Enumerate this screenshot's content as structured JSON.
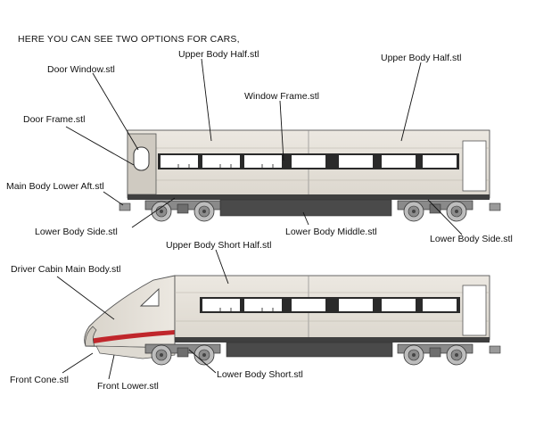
{
  "heading": "HERE YOU CAN SEE TWO OPTIONS FOR CARS,",
  "labels": {
    "door_window": "Door Window.stl",
    "upper_body_half_1": "Upper Body Half.stl",
    "upper_body_half_2": "Upper Body Half.stl",
    "window_frame": "Window Frame.stl",
    "door_frame": "Door Frame.stl",
    "main_body_lower_aft": "Main Body Lower Aft.stl",
    "lower_body_side_1": "Lower Body Side.stl",
    "lower_body_middle": "Lower Body Middle.stl",
    "lower_body_side_2": "Lower Body Side.stl",
    "upper_body_short_half": "Upper Body Short Half.stl",
    "driver_cabin_main_body": "Driver Cabin Main Body.stl",
    "front_cone": "Front Cone.stl",
    "front_lower": "Front Lower.stl",
    "lower_body_short": "Lower Body Short.stl"
  },
  "colors": {
    "body_fill": "#e9e5dd",
    "window_dark": "#2a2a2a",
    "window_glass": "#ffffff",
    "red_stripe": "#c0262b",
    "undercarriage": "#4a4a4a",
    "wheel": "#7b7b7b"
  }
}
